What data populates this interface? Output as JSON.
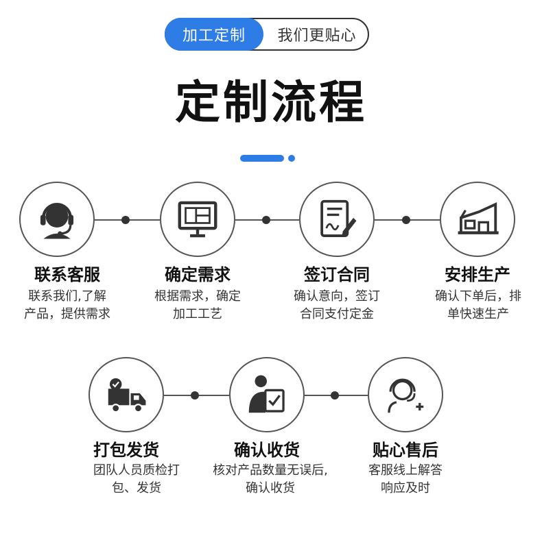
{
  "header": {
    "pill_left": "加工定制",
    "pill_right": "我们更贴心",
    "title": "定制流程"
  },
  "steps": [
    {
      "icon": "headset-icon",
      "title": "联系客服",
      "desc_line1": "联系我们,了解",
      "desc_line2": "产品，提供需求"
    },
    {
      "icon": "monitor-blueprint-icon",
      "title": "确定需求",
      "desc_line1": "根据需求，确定",
      "desc_line2": "加工工艺"
    },
    {
      "icon": "contract-sign-icon",
      "title": "签订合同",
      "desc_line1": "确认意向，签订",
      "desc_line2": "合同支付定金"
    },
    {
      "icon": "factory-icon",
      "title": "安排生产",
      "desc_line1": "确认下单后，排",
      "desc_line2": "单快速生产"
    },
    {
      "icon": "delivery-truck-icon",
      "title": "打包发货",
      "desc_line1": "团队人员质检打",
      "desc_line2": "包、发货"
    },
    {
      "icon": "person-checking-icon",
      "title": "确认收货",
      "desc_line1": "核对产品数量无误后,",
      "desc_line2": "确认收货"
    },
    {
      "icon": "customer-service-icon",
      "title": "贴心售后",
      "desc_line1": "客服线上解答",
      "desc_line2": "响应及时"
    }
  ],
  "colors": {
    "accent": "#2e7ce6",
    "text": "#111111",
    "line": "#555555"
  }
}
